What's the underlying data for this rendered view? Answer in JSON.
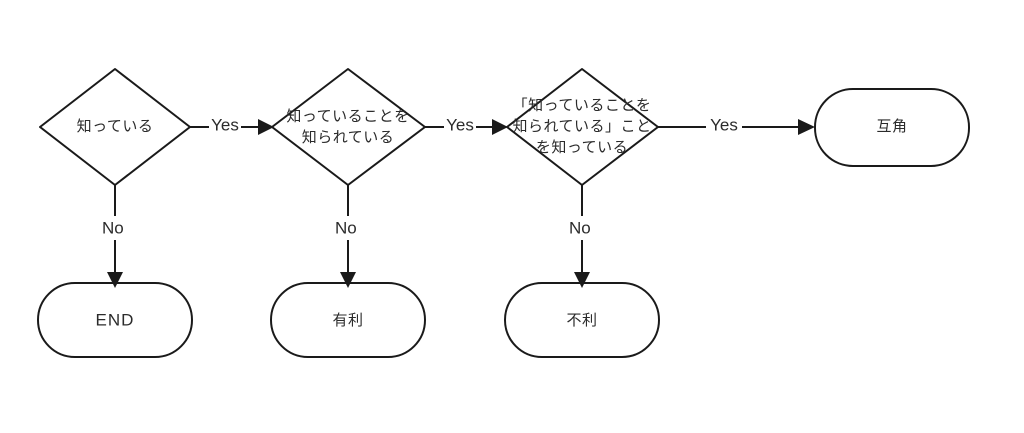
{
  "diagram": {
    "title": "",
    "background_color": "#ffffff",
    "stroke_color": "#1a1a1a",
    "text_color": "#2b2b2b",
    "nodes": [
      {
        "id": "decision-1",
        "shape": "diamond",
        "lines": [
          "知っている"
        ]
      },
      {
        "id": "decision-2",
        "shape": "diamond",
        "lines": [
          "知っていることを",
          "知られている"
        ]
      },
      {
        "id": "decision-3",
        "shape": "diamond",
        "lines": [
          "「知っていることを",
          "知られている」こと",
          "を知っている"
        ]
      },
      {
        "id": "terminal-end",
        "shape": "rounded-rect",
        "lines": [
          "END"
        ]
      },
      {
        "id": "terminal-yuuri",
        "shape": "rounded-rect",
        "lines": [
          "有利"
        ]
      },
      {
        "id": "terminal-furi",
        "shape": "rounded-rect",
        "lines": [
          "不利"
        ]
      },
      {
        "id": "terminal-gokaku",
        "shape": "rounded-rect",
        "lines": [
          "互角"
        ]
      }
    ],
    "edges": [
      {
        "id": "edge-yes-1",
        "from": "decision-1",
        "to": "decision-2",
        "label": "Yes",
        "direction": "right"
      },
      {
        "id": "edge-yes-2",
        "from": "decision-2",
        "to": "decision-3",
        "label": "Yes",
        "direction": "right"
      },
      {
        "id": "edge-yes-3",
        "from": "decision-3",
        "to": "terminal-gokaku",
        "label": "Yes",
        "direction": "right"
      },
      {
        "id": "edge-no-1",
        "from": "decision-1",
        "to": "terminal-end",
        "label": "No",
        "direction": "down"
      },
      {
        "id": "edge-no-2",
        "from": "decision-2",
        "to": "terminal-yuuri",
        "label": "No",
        "direction": "down"
      },
      {
        "id": "edge-no-3",
        "from": "decision-3",
        "to": "terminal-furi",
        "label": "No",
        "direction": "down"
      }
    ]
  }
}
